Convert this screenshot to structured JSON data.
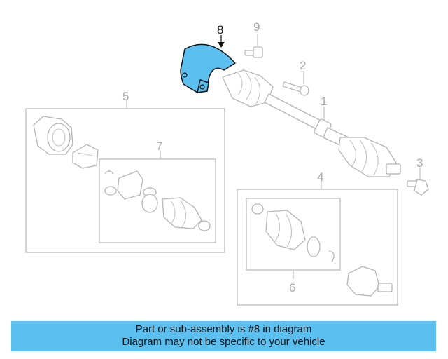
{
  "diagram": {
    "callouts": [
      "8",
      "9",
      "2",
      "1",
      "5",
      "7",
      "3",
      "4",
      "6"
    ],
    "highlighted_callout": "8",
    "highlight_color": "#5bc0f0"
  },
  "banner": {
    "line1": "Part or sub-assembly is #8 in diagram",
    "line2": "Diagram may not be specific to your vehicle",
    "background_color": "#5bc0f0"
  }
}
